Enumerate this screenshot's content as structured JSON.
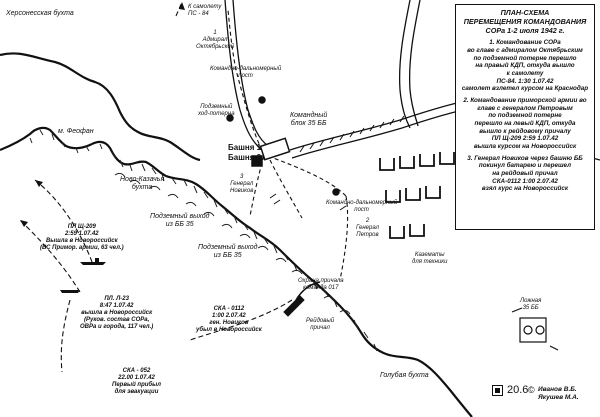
{
  "legend": {
    "title_lines": [
      "ПЛАН-СХЕМА",
      "ПЕРЕМЕЩЕНИЯ КОМАНДОВАНИЯ",
      "СОРа 1-2 июля 1942 г."
    ],
    "item1_lines": [
      "1. Командование СОРа",
      "во главе с адмиралом Октябрьским",
      "по подземной потерне перешло",
      "на правый КДП, откуда вышло",
      "к самолету",
      "ПС-84. 1:30 1.07.42",
      "самолет взлетел курсом на Краснодар"
    ],
    "item2_lines": [
      "2. Командование приморской армии во",
      "главе с генералом Петровым",
      "по подземной потерне",
      "перешло на левый КДП, откуда",
      "вышло к рейдовому причалу",
      "ПЛ Щ-209 2:59 1.07.42",
      "вышла курсом на Новороссийск"
    ],
    "item3_lines": [
      "3. Генерал Новиков через башню ББ",
      "покинул батарею и перешел",
      "на рейдовый причал",
      "СКА-0112 1:00 2.07.42",
      "взял курс на Новороссийск"
    ]
  },
  "labels": {
    "khersones_bay": "Херсонесская бухта",
    "cape_feofan": "м. Феофан",
    "novo_kazachya_l1": "Ново-Казачья",
    "novo_kazachya_l2": "бухта",
    "to_plane_l1": "К самолету",
    "to_plane_l2": "ПС - 84",
    "admiral_l1": "1",
    "admiral_l2": "Адмирал",
    "admiral_l3": "Октябрьский",
    "kdp_post_top_l1": "Командно-дальномерный",
    "kdp_post_top_l2": "пост",
    "underground_passage_l1": "Подземный",
    "underground_passage_l2": "ход-потерна",
    "command_block_l1": "Командный",
    "command_block_l2": "блок 35 ББ",
    "tower1": "Башня 1",
    "tower2": "Башня 2",
    "gen_novikov_l1": "3",
    "gen_novikov_l2": "Генерал",
    "gen_novikov_l3": "Новиков",
    "gen_petrov_l1": "2",
    "gen_petrov_l2": "Генерал",
    "gen_petrov_l3": "Петров",
    "kdp_post_right_l1": "Командно-дальномерный",
    "kdp_post_right_l2": "пост",
    "exit1_l1": "Подземный выход",
    "exit1_l2": "из ББ 35",
    "exit2_l1": "Подземный выход",
    "exit2_l2": "из ББ 35",
    "pier_guard_l1": "Охрана причала",
    "pier_guard_l2": "команда 017",
    "raid_pier_l1": "Рейдовый",
    "raid_pier_l2": "причал",
    "casemates_l1": "Казематы",
    "casemates_l2": "для техники",
    "false_bb_l1": "Ложная",
    "false_bb_l2": "35 ББ",
    "golubaya_bay": "Голубая бухта",
    "shch209_l1": "ПЛ Щ-209",
    "shch209_l2": "2:59 1.07.42",
    "shch209_l3": "Вышла в Новороссийск",
    "shch209_l4": "(ВС Примор. армии, 63 чел.)",
    "l23_l1": "ПЛ. Л-23",
    "l23_l2": "8:47 1.07.42",
    "l23_l3": "вышла в Новороссийск",
    "l23_l4": "(Руков. состав СОРа,",
    "l23_l5": "ОВРа и города, 117 чел.)",
    "ska0112_l1": "СКА - 0112",
    "ska0112_l2": "1:00 2.07.42",
    "ska0112_l3": "ген. Новиков",
    "ska0112_l4": "убыл в Новороссийск",
    "ska052_l1": "СКА - 052",
    "ska052_l2": "22.00 1.07.42",
    "ska052_l3": "Первый прибыл",
    "ska052_l4": "для эвакуации"
  },
  "figure_number": "20.6",
  "authors": [
    "Иванов В.Б.",
    "Якушев М.А."
  ],
  "copyright_symbol": "©"
}
